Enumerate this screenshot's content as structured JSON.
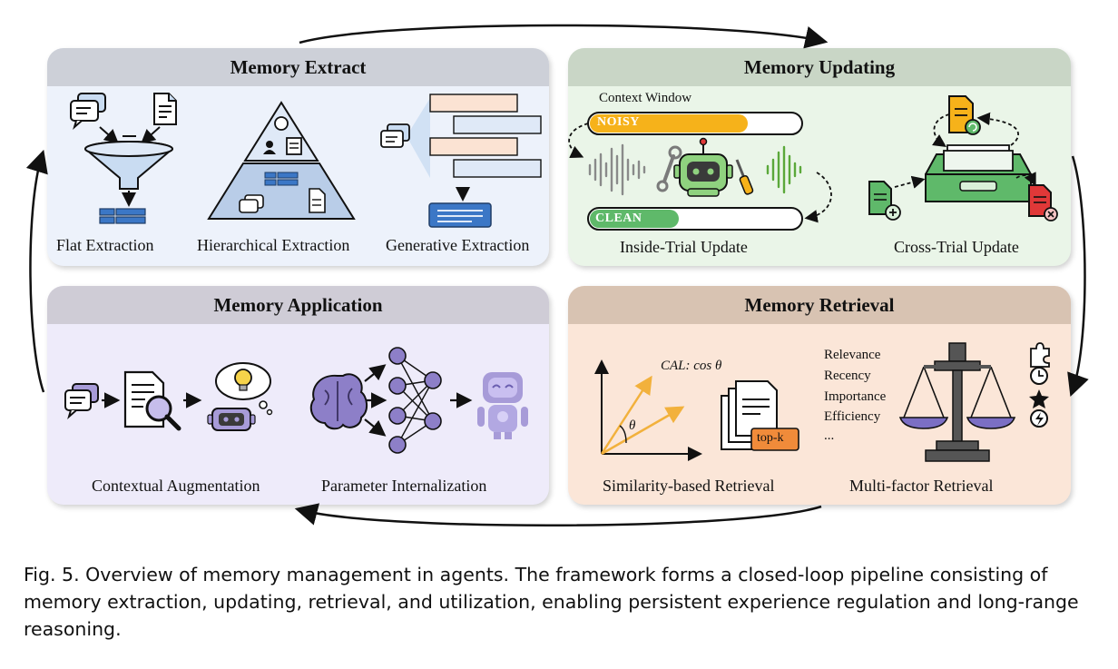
{
  "panels": {
    "extract": {
      "title": "Memory Extract",
      "items": [
        "Flat Extraction",
        "Hierarchical Extraction",
        "Generative Extraction"
      ],
      "colors": {
        "header": "#cdd0d8",
        "body": "#edf2fb"
      }
    },
    "updating": {
      "title": "Memory Updating",
      "context_window_label": "Context Window",
      "noisy_label": "NOISY",
      "clean_label": "CLEAN",
      "items": [
        "Inside-Trial Update",
        "Cross-Trial Update"
      ],
      "colors": {
        "header": "#c9d6c6",
        "body": "#eaf5e8"
      }
    },
    "application": {
      "title": "Memory Application",
      "items": [
        "Contextual Augmentation",
        "Parameter Internalization"
      ],
      "colors": {
        "header": "#cfccd6",
        "body": "#eeebfa"
      }
    },
    "retrieval": {
      "title": "Memory Retrieval",
      "cal_label": "CAL: cos θ",
      "theta": "θ",
      "topk_label": "top-k",
      "factors": [
        "Relevance",
        "Recency",
        "Importance",
        "Efficiency",
        "..."
      ],
      "items": [
        "Similarity-based Retrieval",
        "Multi-factor Retrieval"
      ],
      "colors": {
        "header": "#d8c3b2",
        "body": "#fbe6d8"
      }
    }
  },
  "caption": "Fig. 5.  Overview of memory management in agents. The framework forms a closed-loop pipeline consisting of memory extraction, updating, retrieval, and utilization, enabling persistent experience regulation and long-range reasoning.",
  "icons": [
    "chat-icon",
    "document-icon",
    "funnel-icon",
    "pyramid-icon",
    "robot-icon",
    "brain-icon",
    "neural-network-icon",
    "scale-icon",
    "magnifier-icon",
    "lightbulb-icon",
    "drawer-icon",
    "clock-icon",
    "star-icon",
    "lightning-icon",
    "puzzle-icon"
  ]
}
